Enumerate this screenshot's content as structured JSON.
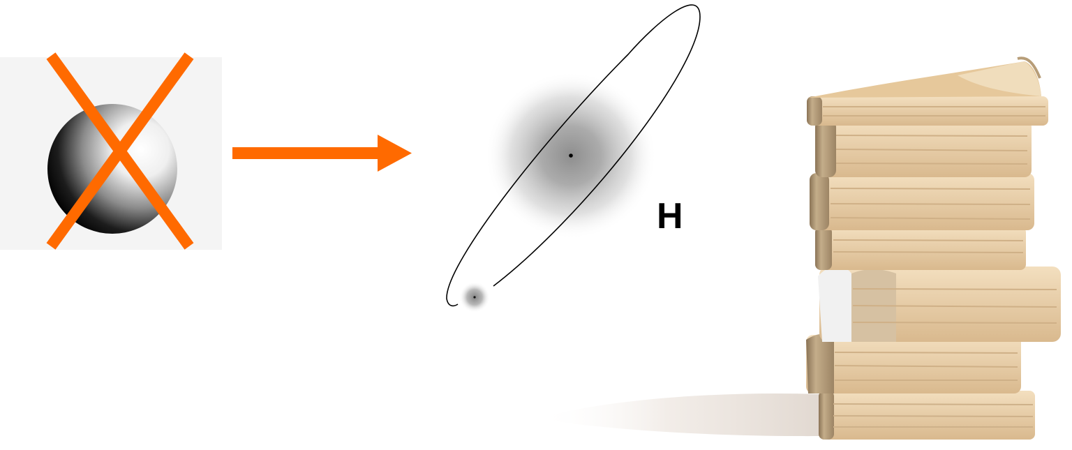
{
  "diagram": {
    "label": "H",
    "colors": {
      "cross": "#ff6a00",
      "arrow": "#ff6a00",
      "orbit": "#000000",
      "book_cover": "#a38a66",
      "book_pages": "#e9d2a8",
      "book_shadow": "#e6ddd5"
    },
    "elements": [
      "sphere-icon",
      "cross-mark",
      "arrow-right",
      "electron-cloud",
      "elliptical-orbit",
      "small-electron-cloud",
      "book-stack"
    ]
  }
}
